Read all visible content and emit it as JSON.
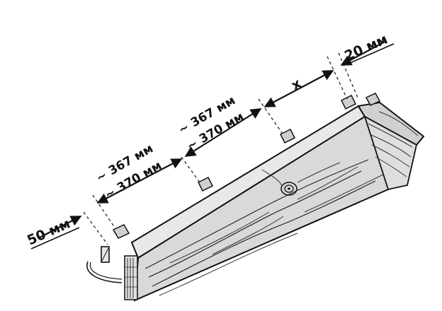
{
  "diagram": {
    "dimensions": {
      "eave_overhang": "50 мм",
      "first_span_top": "~ 367 мм",
      "first_span_bottom": "~ 370 мм",
      "second_span_top": "~ 367 мм",
      "second_span_bottom": "~ 370 мм",
      "last_span": "x",
      "ridge_gap": "20 мм"
    },
    "colors": {
      "line": "#111111",
      "wood_top": "#d6d6d6",
      "wood_side": "#e4e4e4",
      "batten": "#cfcfcf"
    }
  }
}
